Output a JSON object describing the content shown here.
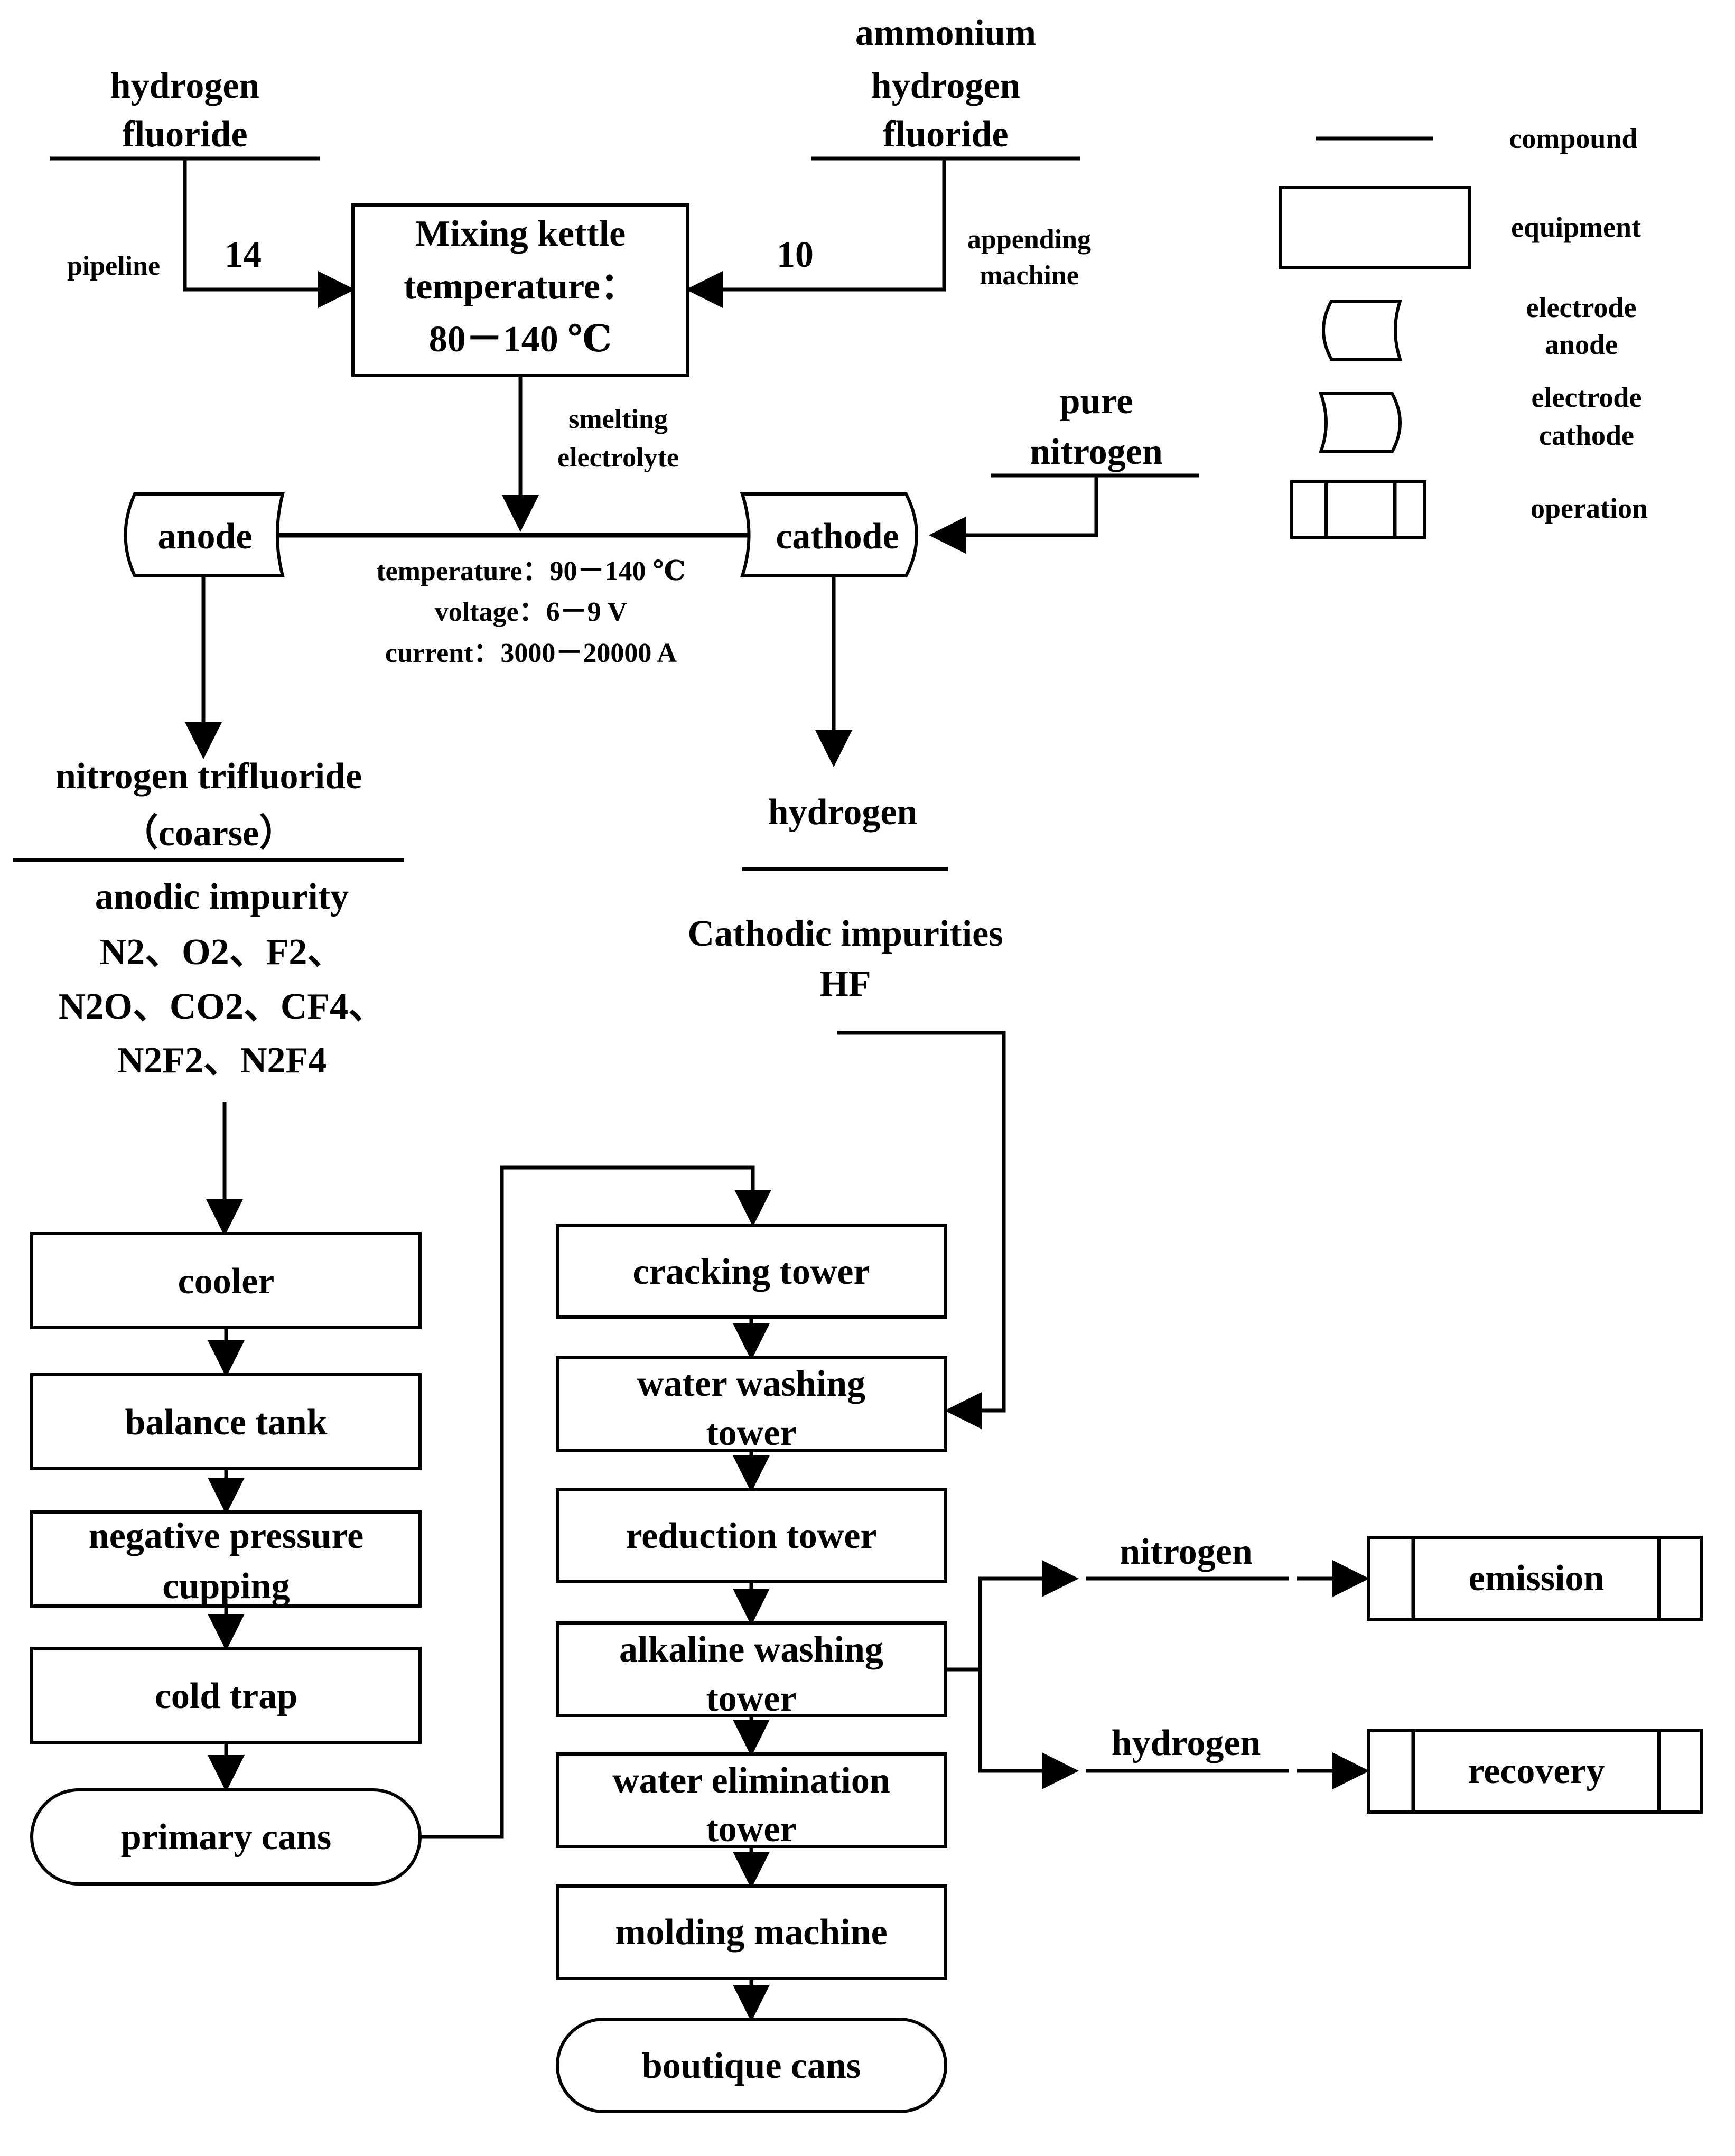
{
  "inputs": {
    "hf_line1": "hydrogen",
    "hf_line2": "fluoride",
    "hf_ratio": "14",
    "hf_transport": "pipeline",
    "ahf_line1": "ammonium",
    "ahf_line2": "hydrogen",
    "ahf_line3": "fluoride",
    "ahf_ratio": "10",
    "ahf_transport_line1": "appending",
    "ahf_transport_line2": "machine"
  },
  "mixing_kettle": {
    "line1": "Mixing kettle",
    "line2": "temperature：",
    "line3": "80－140 ℃"
  },
  "electrolyte_label": {
    "line1": "smelting",
    "line2": "electrolyte"
  },
  "nitrogen_feed": {
    "line1": "pure",
    "line2": "nitrogen"
  },
  "electrolysis": {
    "anode": "anode",
    "cathode": "cathode",
    "temperature": "temperature：90－140 ℃",
    "voltage": "voltage：6－9 V",
    "current": "current：3000－20000 A"
  },
  "anode_product": {
    "line1": "nitrogen trifluoride",
    "line2": "（coarse）",
    "impurity_title": "anodic impurity",
    "impurity_line1": "N2、O2、F2、",
    "impurity_line2": "N2O、CO2、CF4、",
    "impurity_line3": "N2F2、N2F4"
  },
  "cathode_product": {
    "name": "hydrogen",
    "impurity_title": "Cathodic impurities",
    "impurity_value": "HF"
  },
  "left_column": {
    "cooler": "cooler",
    "balance_tank": "balance tank",
    "negative_pressure_line1": "negative pressure",
    "negative_pressure_line2": "cupping",
    "cold_trap": "cold trap",
    "primary_cans": "primary cans"
  },
  "right_column": {
    "cracking_tower": "cracking tower",
    "water_washing_line1": "water washing",
    "water_washing_line2": "tower",
    "reduction_tower": "reduction tower",
    "alkaline_line1": "alkaline washing",
    "alkaline_line2": "tower",
    "water_elim_line1": "water elimination",
    "water_elim_line2": "tower",
    "molding_machine": "molding machine",
    "boutique_cans": "boutique cans"
  },
  "branches": {
    "nitrogen": "nitrogen",
    "emission": "emission",
    "hydrogen": "hydrogen",
    "recovery": "recovery"
  },
  "legend": {
    "compound": "compound",
    "equipment": "equipment",
    "anode_line1": "electrode",
    "anode_line2": "anode",
    "cathode_line1": "electrode",
    "cathode_line2": "cathode",
    "operation": "operation"
  }
}
